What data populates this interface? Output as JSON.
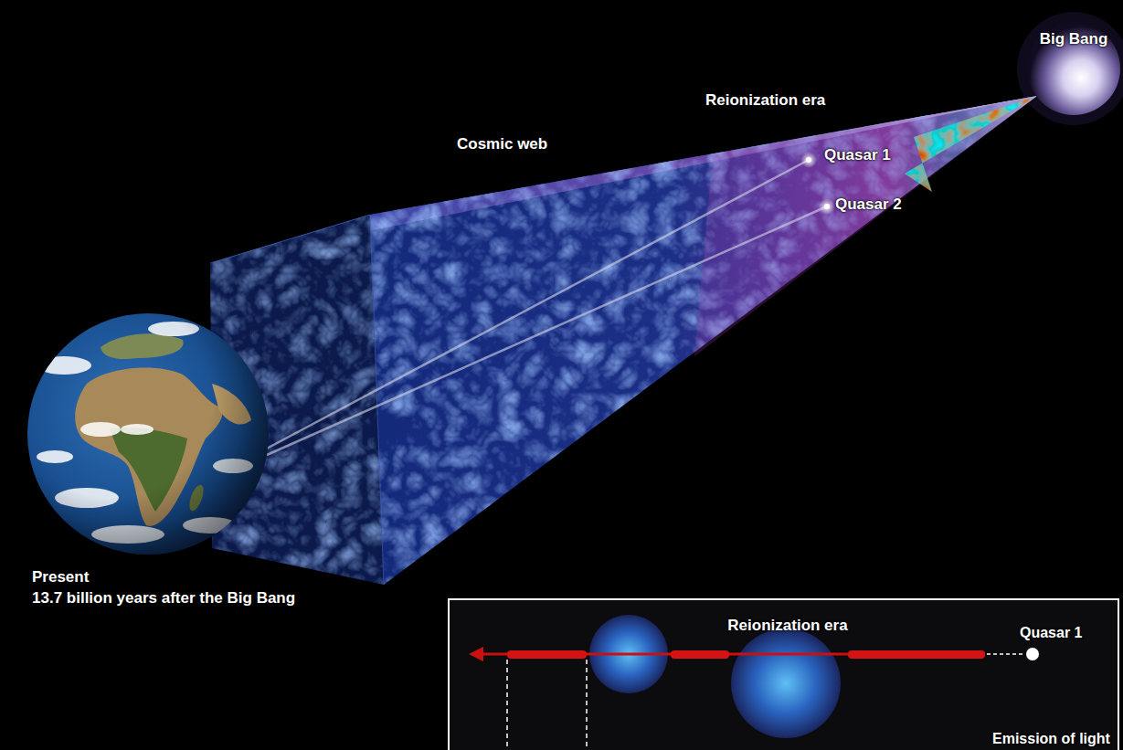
{
  "diagram": {
    "nodes": [
      {
        "text": [
          "Big Bang"
        ]
      },
      {
        "text": [
          "Reionization era",
          "Quasar 1",
          "Emission of light"
        ]
      }
    ],
    "labels": [
      "Reionization era",
      "Cosmic web",
      "Quasar 1",
      "Quasar 2",
      "Present",
      "13.7 billion years after the Big Bang"
    ]
  }
}
